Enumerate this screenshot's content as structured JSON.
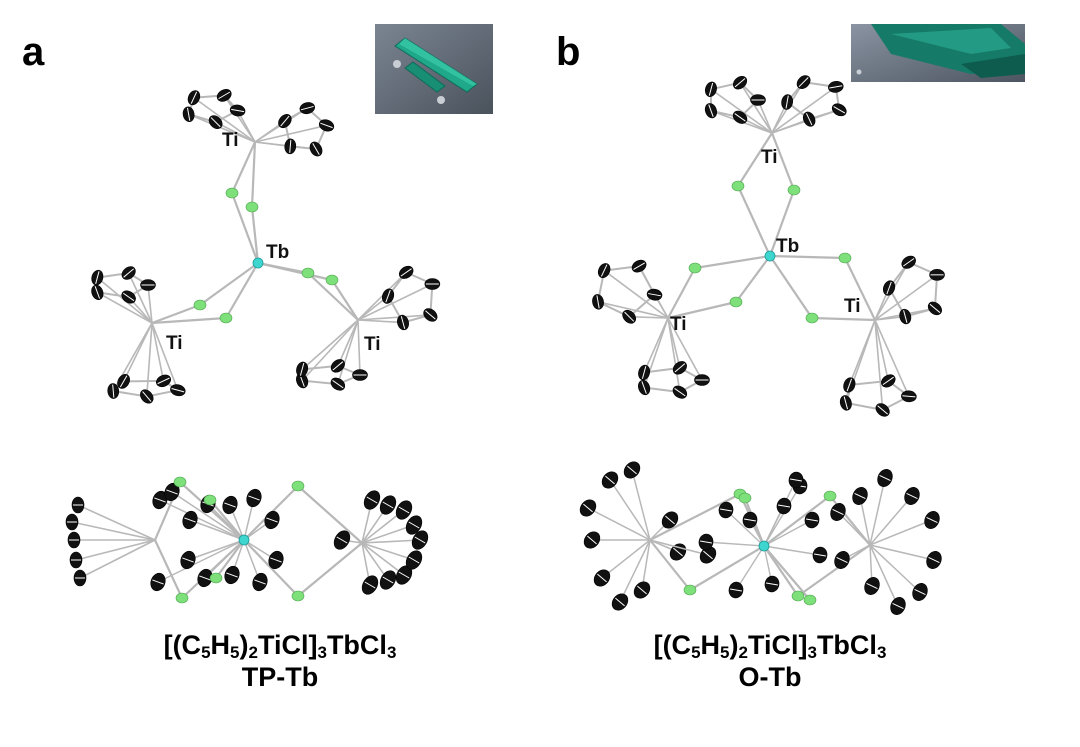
{
  "panels": [
    {
      "letter": "a",
      "formula": {
        "segments": [
          {
            "t": "[(C",
            "sub": false
          },
          {
            "t": "5",
            "sub": true
          },
          {
            "t": "H",
            "sub": false
          },
          {
            "t": "5",
            "sub": true
          },
          {
            "t": ")",
            "sub": false
          },
          {
            "t": "2",
            "sub": true
          },
          {
            "t": "TiCl]",
            "sub": false
          },
          {
            "t": "3",
            "sub": true
          },
          {
            "t": "TbCl",
            "sub": false
          },
          {
            "t": "3",
            "sub": true
          }
        ]
      },
      "name": "TP-Tb",
      "atoms": {
        "center": "Tb",
        "metal1": "Ti",
        "metal2": "Ti",
        "metal3": "Ti"
      }
    },
    {
      "letter": "b",
      "formula": {
        "segments": [
          {
            "t": "[(C",
            "sub": false
          },
          {
            "t": "5",
            "sub": true
          },
          {
            "t": "H",
            "sub": false
          },
          {
            "t": "5",
            "sub": true
          },
          {
            "t": ")",
            "sub": false
          },
          {
            "t": "2",
            "sub": true
          },
          {
            "t": "TiCl]",
            "sub": false
          },
          {
            "t": "3",
            "sub": true
          },
          {
            "t": "TbCl",
            "sub": false
          },
          {
            "t": "3",
            "sub": true
          }
        ]
      },
      "name": "O-Tb",
      "atoms": {
        "center": "Tb",
        "metal1": "Ti",
        "metal2": "Ti",
        "metal3": "Ti"
      }
    }
  ],
  "colors": {
    "carbon": "#111111",
    "chlorine": "#7ee07a",
    "terbium": "#3fd6d0",
    "bond": "#b8b8b8",
    "crystal": "#1fa88a",
    "photo_bg": "#5b6470"
  }
}
